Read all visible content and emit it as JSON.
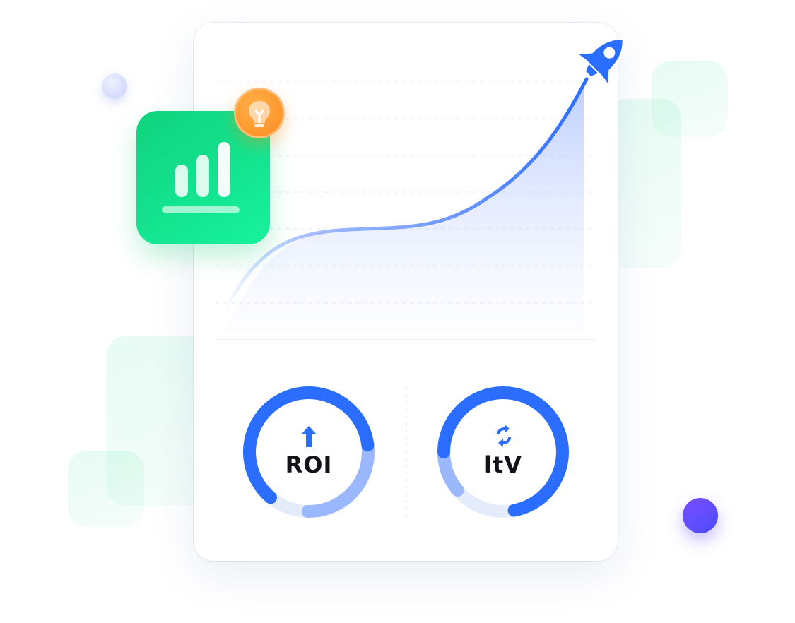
{
  "metrics": {
    "roi": {
      "label": "ROI",
      "icon": "arrow-up-icon",
      "level": 0.62,
      "secondary_level": 0.28
    },
    "ltv": {
      "label": "ltV",
      "icon": "refresh-icon",
      "level": 0.72,
      "secondary_level": 0.1
    }
  },
  "colors": {
    "primary_blue": "#2b6dff",
    "light_blue": "#9bb8ff",
    "track_blue": "#e4ecfb",
    "accent_green": "#12e08f",
    "accent_orange": "#ff9a2e",
    "accent_purple": "#5b4dfd"
  },
  "icons": {
    "app": "bar-chart-icon",
    "badge": "lightbulb-icon",
    "rocket": "rocket-icon"
  }
}
